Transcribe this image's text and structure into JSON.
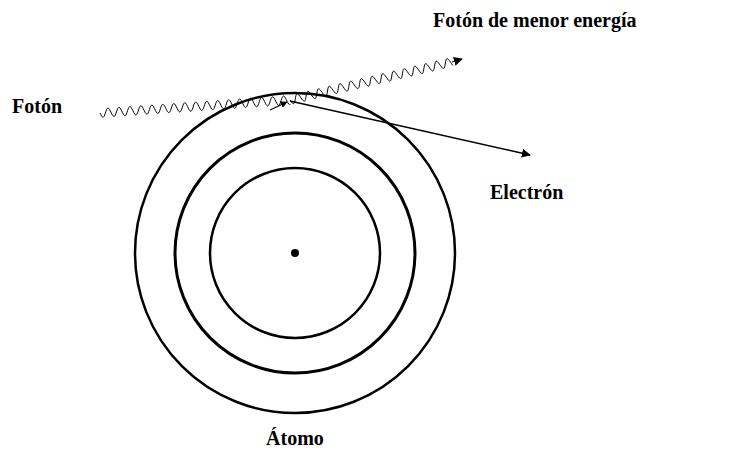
{
  "diagram": {
    "nodes": [
      {
        "text": [
          "Átomo"
        ]
      }
    ],
    "labels": [
      "Fotón",
      "Fotón de menor energía",
      "Electrón"
    ]
  }
}
